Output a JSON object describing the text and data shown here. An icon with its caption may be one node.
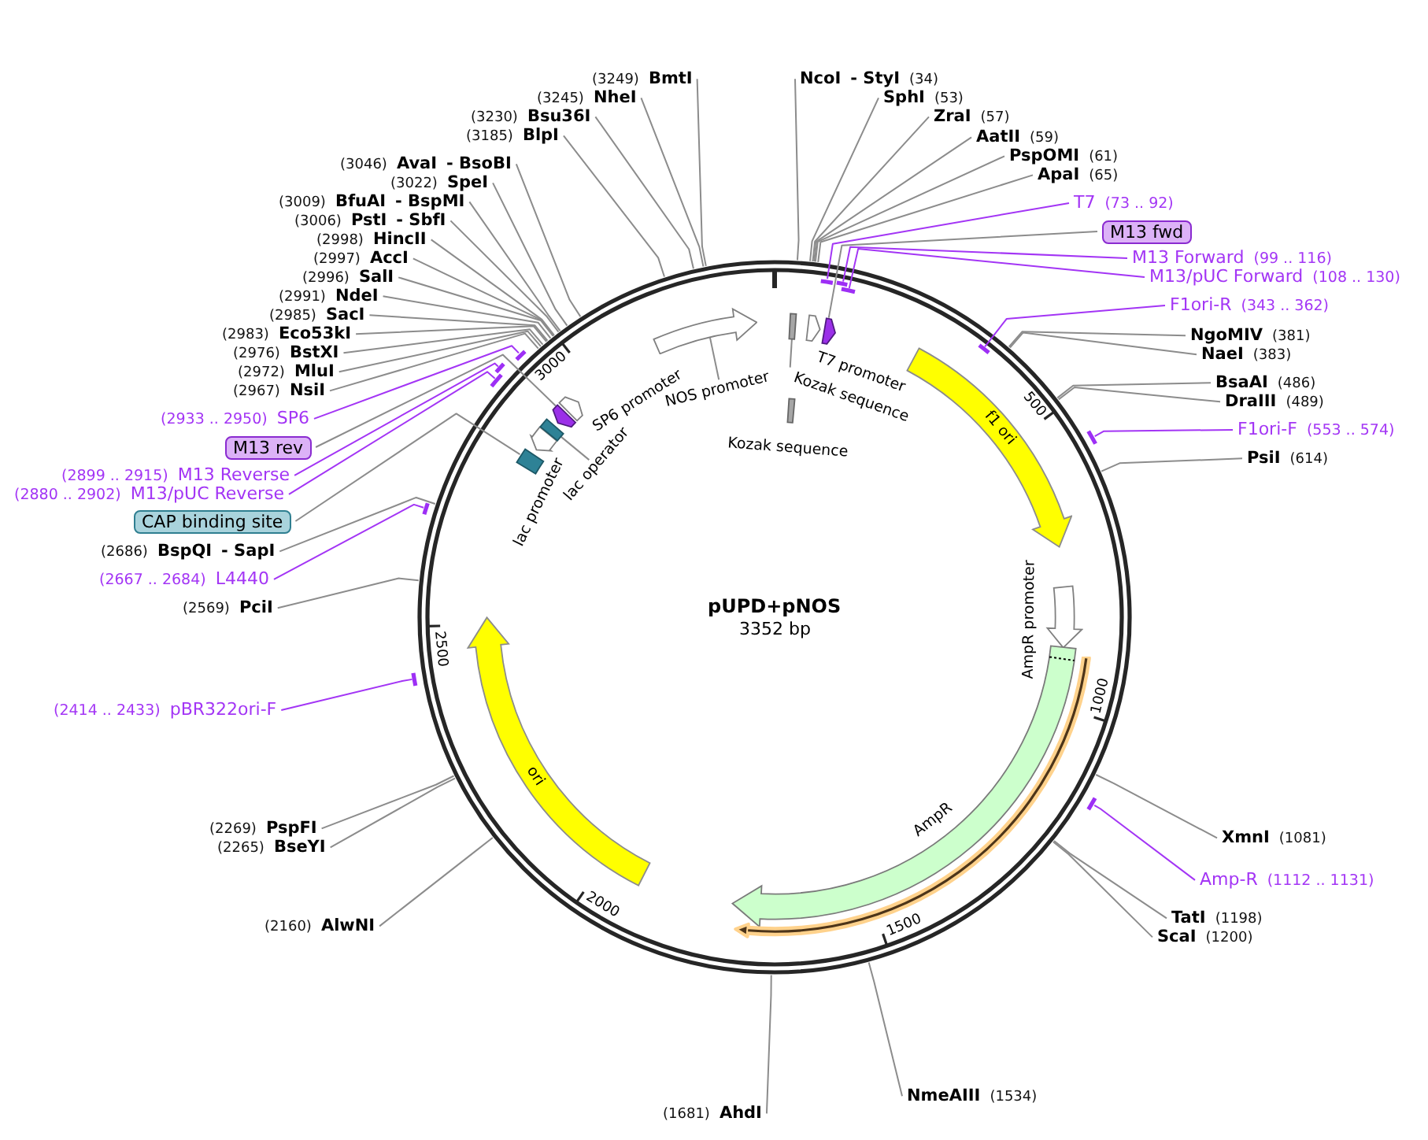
{
  "diagram": {
    "nodes": [
      {
        "text": [
          "pUPD+pNOS",
          "3352 bp"
        ]
      },
      {
        "text": [
          "NOS promoter"
        ],
        "in": 0
      },
      {
        "text": [],
        "shape": "arrow",
        "in": 0
      },
      {
        "text": [],
        "shape": "bar",
        "in": 0
      },
      {
        "text": [
          "Kozak sequence"
        ],
        "in": 0
      },
      {
        "text": [],
        "shape": "arrow",
        "in": 0
      },
      {
        "text": [],
        "shape": "arrow",
        "in": 0
      },
      {
        "text": [],
        "shape": "bar",
        "in": 0,
        "beside": [
          "Kozak sequence"
        ]
      },
      {
        "text": [
          "f1 ori"
        ],
        "in": 0
      },
      {
        "text": [],
        "shape": "arrow",
        "in": 0
      },
      {
        "text": [],
        "shape": "arrow",
        "in": 0,
        "beside": [
          "AmpR"
        ]
      },
      {
        "text": [],
        "shape": "arrow",
        "in": 0
      },
      {
        "text": [
          "ori"
        ],
        "in": 0
      },
      {
        "text": [],
        "shape": "box",
        "in": 0
      },
      {
        "text": [],
        "shape": "arrow",
        "in": 0,
        "beside": [
          "lac promoter"
        ]
      },
      {
        "text": [],
        "shape": "box",
        "in": 0
      },
      {
        "text": [
          "lac operator"
        ],
        "in": 0
      },
      {
        "text": [],
        "shape": "arrow",
        "in": 0
      },
      {
        "text": [],
        "shape": "arrow",
        "in": 0
      },
      {
        "text": [
          "NcoI",
          "- StyI",
          "(34)"
        ]
      },
      {
        "text": [
          "SphI",
          "(53)"
        ]
      },
      {
        "text": [
          "ZraI",
          "(57)"
        ]
      },
      {
        "text": [
          "AatII",
          "(59)"
        ]
      },
      {
        "text": [
          "PspOMI",
          "(61)"
        ]
      },
      {
        "text": [
          "ApaI",
          "(65)"
        ]
      },
      {
        "text": [
          "T7",
          "(73 .. 92)"
        ]
      },
      {
        "text": [],
        "shape": "bar",
        "in": 0
      },
      {
        "text": [
          "M13 fwd"
        ]
      },
      {
        "text": [
          "M13 Forward",
          "(99 .. 116)"
        ]
      },
      {
        "text": [],
        "shape": "bar",
        "in": 0
      },
      {
        "text": [
          "M13/pUC Forward",
          "(108 .. 130)"
        ]
      },
      {
        "text": [],
        "shape": "bar",
        "in": 0
      },
      {
        "text": [
          "F1ori-R",
          "(343 .. 362)"
        ]
      },
      {
        "text": [],
        "shape": "bar",
        "in": 0
      },
      {
        "text": [
          "NgoMIV",
          "(381)"
        ]
      },
      {
        "text": [
          "NaeI",
          "(383)"
        ]
      },
      {
        "text": [
          "BsaAI",
          "(486)"
        ]
      },
      {
        "text": [
          "DraIII",
          "(489)"
        ]
      },
      {
        "text": [
          "F1ori-F",
          "(553 .. 574)"
        ]
      },
      {
        "text": [],
        "shape": "bar"
      },
      {
        "text": [
          "PsiI",
          "(614)"
        ]
      },
      {
        "text": [
          "XmnI",
          "(1081)"
        ]
      },
      {
        "text": [
          "Amp-R",
          "(1112 .. 1131)"
        ]
      },
      {
        "text": [],
        "shape": "bar"
      },
      {
        "text": [
          "TatI",
          "(1198)"
        ]
      },
      {
        "text": [
          "ScaI",
          "(1200)"
        ]
      },
      {
        "text": [
          "NmeAIII",
          "(1534)"
        ]
      },
      {
        "text": [
          "(1681)",
          "AhdI"
        ]
      },
      {
        "text": [
          "(2160)",
          "AlwNI"
        ]
      },
      {
        "text": [
          "(2265)",
          "BseYI"
        ]
      },
      {
        "text": [
          "(2269)",
          "PspFI"
        ]
      },
      {
        "text": [
          "(2414 .. 2433)",
          "pBR322ori-F"
        ]
      },
      {
        "text": [],
        "shape": "bar"
      },
      {
        "text": [
          "(2569)",
          "PciI"
        ]
      },
      {
        "text": [
          "(2667 .. 2684)",
          "L4440"
        ]
      },
      {
        "text": [],
        "shape": "bar"
      },
      {
        "text": [
          "(2686)",
          "BspQI",
          "- SapI"
        ]
      },
      {
        "text": [
          "CAP binding site"
        ]
      },
      {
        "text": [
          "(2880 .. 2902)",
          "M13/pUC Reverse"
        ]
      },
      {
        "text": [],
        "shape": "bar"
      },
      {
        "text": [
          "(2899 .. 2915)",
          "M13 Reverse"
        ]
      },
      {
        "text": [],
        "shape": "bar"
      },
      {
        "text": [
          "M13 rev"
        ]
      },
      {
        "text": [
          "(2933 .. 2950)",
          "SP6"
        ]
      },
      {
        "text": [],
        "shape": "bar"
      },
      {
        "text": [
          "(2967)",
          "NsiI"
        ]
      },
      {
        "text": [
          "(2972)",
          "MluI"
        ]
      },
      {
        "text": [
          "(2976)",
          "BstXI"
        ]
      },
      {
        "text": [
          "(2983)",
          "Eco53kI"
        ]
      },
      {
        "text": [
          "(2985)",
          "SacI"
        ]
      },
      {
        "text": [
          "(2991)",
          "NdeI"
        ]
      },
      {
        "text": [
          "(2996)",
          "SalI"
        ]
      },
      {
        "text": [
          "(2997)",
          "AccI"
        ]
      },
      {
        "text": [
          "(2998)",
          "HincII"
        ]
      },
      {
        "text": [
          "(3006)",
          "PstI",
          "- SbfI"
        ]
      },
      {
        "text": [
          "(3009)",
          "BfuAI",
          "- BspMI"
        ]
      },
      {
        "text": [
          "(3022)",
          "SpeI"
        ]
      },
      {
        "text": [
          "(3046)",
          "AvaI",
          "- BsoBI"
        ]
      },
      {
        "text": [
          "(3185)",
          "BlpI"
        ]
      },
      {
        "text": [
          "(3230)",
          "Bsu36I"
        ]
      },
      {
        "text": [
          "(3245)",
          "NheI"
        ]
      },
      {
        "text": [
          "(3249)",
          "BmtI"
        ]
      }
    ],
    "edges": [
      {
        "from": 1,
        "to": 2,
        "arrow": "none"
      },
      {
        "from": 4,
        "to": 3,
        "arrow": "none"
      },
      {
        "from": 16,
        "to": 15,
        "arrow": "none"
      },
      {
        "from": 19,
        "to": 0,
        "arrow": "none"
      },
      {
        "from": 20,
        "to": 0,
        "arrow": "none"
      },
      {
        "from": 21,
        "to": 0,
        "arrow": "none"
      },
      {
        "from": 22,
        "to": 0,
        "arrow": "none"
      },
      {
        "from": 23,
        "to": 0,
        "arrow": "none"
      },
      {
        "from": 24,
        "to": 0,
        "arrow": "none"
      },
      {
        "from": 25,
        "to": 26,
        "arrow": "none",
        "color": "#a335f5"
      },
      {
        "from": 27,
        "to": 6,
        "arrow": "none"
      },
      {
        "from": 28,
        "to": 29,
        "arrow": "none",
        "color": "#a335f5"
      },
      {
        "from": 30,
        "to": 31,
        "arrow": "none",
        "color": "#a335f5"
      },
      {
        "from": 32,
        "to": 33,
        "arrow": "none",
        "color": "#a335f5"
      },
      {
        "from": 34,
        "to": 0,
        "arrow": "none"
      },
      {
        "from": 35,
        "to": 0,
        "arrow": "none"
      },
      {
        "from": 36,
        "to": 0,
        "arrow": "none"
      },
      {
        "from": 37,
        "to": 0,
        "arrow": "none"
      },
      {
        "from": 38,
        "to": 39,
        "arrow": "none",
        "color": "#a335f5"
      },
      {
        "from": 40,
        "to": 0,
        "arrow": "none"
      },
      {
        "from": 41,
        "to": 0,
        "arrow": "none"
      },
      {
        "from": 42,
        "to": 43,
        "arrow": "none",
        "color": "#a335f5"
      },
      {
        "from": 44,
        "to": 0,
        "arrow": "none"
      },
      {
        "from": 45,
        "to": 0,
        "arrow": "none"
      },
      {
        "from": 46,
        "to": 0,
        "arrow": "none"
      },
      {
        "from": 47,
        "to": 0,
        "arrow": "none"
      },
      {
        "from": 48,
        "to": 0,
        "arrow": "none"
      },
      {
        "from": 49,
        "to": 0,
        "arrow": "none"
      },
      {
        "from": 50,
        "to": 0,
        "arrow": "none"
      },
      {
        "from": 51,
        "to": 52,
        "arrow": "none",
        "color": "#a335f5"
      },
      {
        "from": 53,
        "to": 0,
        "arrow": "none"
      },
      {
        "from": 54,
        "to": 55,
        "arrow": "none",
        "color": "#a335f5"
      },
      {
        "from": 56,
        "to": 0,
        "arrow": "none"
      },
      {
        "from": 57,
        "to": 13,
        "arrow": "none"
      },
      {
        "from": 58,
        "to": 59,
        "arrow": "none",
        "color": "#a335f5"
      },
      {
        "from": 60,
        "to": 61,
        "arrow": "none",
        "color": "#a335f5"
      },
      {
        "from": 62,
        "to": 17,
        "arrow": "none"
      },
      {
        "from": 63,
        "to": 64,
        "arrow": "none",
        "color": "#a335f5"
      },
      {
        "from": 65,
        "to": 0,
        "arrow": "none"
      },
      {
        "from": 66,
        "to": 0,
        "arrow": "none"
      },
      {
        "from": 67,
        "to": 0,
        "arrow": "none"
      },
      {
        "from": 68,
        "to": 0,
        "arrow": "none"
      },
      {
        "from": 69,
        "to": 0,
        "arrow": "none"
      },
      {
        "from": 70,
        "to": 0,
        "arrow": "none"
      },
      {
        "from": 71,
        "to": 0,
        "arrow": "none"
      },
      {
        "from": 72,
        "to": 0,
        "arrow": "none"
      },
      {
        "from": 73,
        "to": 0,
        "arrow": "none"
      },
      {
        "from": 74,
        "to": 0,
        "arrow": "none"
      },
      {
        "from": 75,
        "to": 0,
        "arrow": "none"
      },
      {
        "from": 76,
        "to": 0,
        "arrow": "none"
      },
      {
        "from": 77,
        "to": 0,
        "arrow": "none"
      },
      {
        "from": 78,
        "to": 0,
        "arrow": "none"
      },
      {
        "from": 79,
        "to": 0,
        "arrow": "none"
      },
      {
        "from": 80,
        "to": 0,
        "arrow": "none"
      },
      {
        "from": 81,
        "to": 0,
        "arrow": "none"
      }
    ],
    "labels": [
      "500",
      "1000",
      "1500",
      "2000",
      "2500",
      "3000",
      "SP6 promoter",
      "T7 promoter",
      "AmpR promoter"
    ]
  }
}
